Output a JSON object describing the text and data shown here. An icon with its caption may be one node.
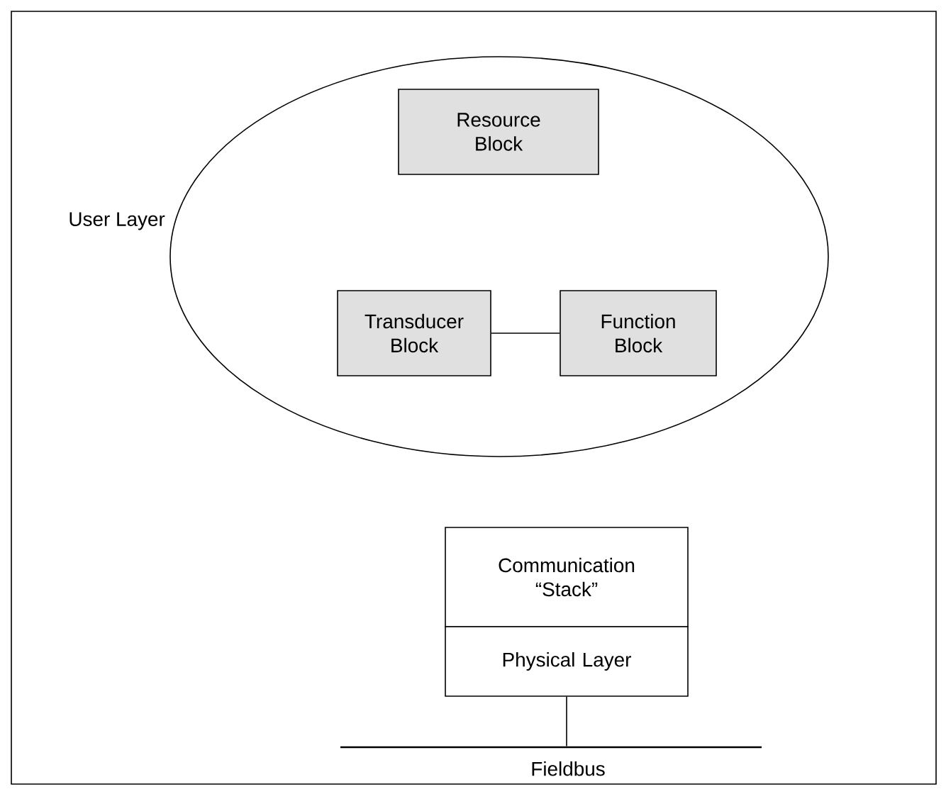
{
  "diagram": {
    "nodes": [
      {
        "text": [
          "User Layer"
        ]
      },
      {
        "text": [
          "Resource Block"
        ],
        "in": 0
      },
      {
        "text": [
          "Transducer Block"
        ],
        "in": 0
      },
      {
        "text": [
          "Function Block"
        ],
        "in": 0
      },
      {
        "text": [
          "Communication “Stack”"
        ]
      },
      {
        "text": [
          "Physical Layer"
        ]
      },
      {
        "text": [
          "Fieldbus"
        ]
      }
    ],
    "edges": [
      {
        "from": 2,
        "to": 3,
        "arrow": "none"
      },
      {
        "from": 5,
        "to": 6,
        "arrow": "none"
      }
    ]
  }
}
